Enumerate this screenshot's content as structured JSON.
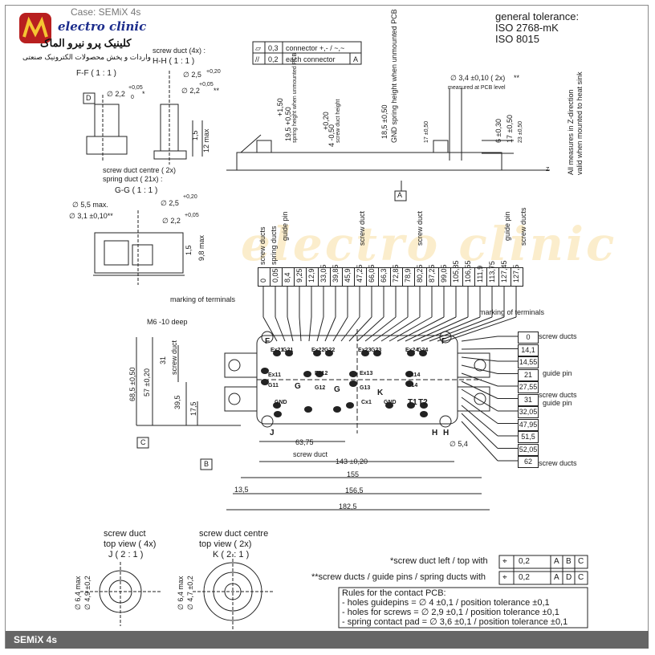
{
  "logo": {
    "brand_en": "electro clinic",
    "brand_fa": "کلینیک پرو نیرو الماک",
    "tagline_fa": "واردات و پخش محصولات الکترونیک صنعتی"
  },
  "header_partial": "Case: SEMiX 4s",
  "tolerance": {
    "line1": "general tolerance:",
    "line2": "ISO 2768-mK",
    "line3": "ISO 8015"
  },
  "tolerance_frame": {
    "row1": {
      "symbol": "▱",
      "value": "0,3",
      "text": "connector +,- / ~,~"
    },
    "row2": {
      "symbol": "//",
      "value": "0,2",
      "text": "each connector",
      "ref": "A"
    }
  },
  "detail_views": {
    "ff": {
      "title": "F-F   ( 1 : 1 )",
      "ref": "D",
      "dia": "∅ 2,2",
      "tol": "+0,05",
      "tol0": "0",
      "mark": "*"
    },
    "hh": {
      "title": "screw duct (4x)  :",
      "title2": "H-H   ( 1 : 1 )",
      "dia1": "∅ 2,5",
      "tol1": "+0,20",
      "dia2": "∅ 2,2",
      "tol2": "+0,05",
      "mark": "**",
      "h1": "1,5",
      "h2": "12 max"
    },
    "gg": {
      "title1": "screw duct centre ( 2x)",
      "title2": "spring duct  ( 21x)  :",
      "title3": "G-G   ( 1 : 1 )",
      "dia1": "∅ 5,5 max.",
      "dia2": "∅ 3,1 ±0,10**",
      "dia3": "∅ 2,5",
      "tol3": "+0,20",
      "dia4": "∅ 2,2",
      "tol4": "+0,05",
      "h1": "1,5",
      "h2": "9,8 max"
    }
  },
  "side_view": {
    "dims": [
      "+1,50",
      "19,5 +0,50",
      "spring height when unmounted PCB",
      "+0,20",
      "4 -0,50",
      "screw duct height",
      "18,5 ±0,50",
      "GND spring height when unmounted PCB",
      "17 ±0,50",
      "6 ±0,30",
      "17 ±0,50",
      "23 ±0,50"
    ],
    "dia": "∅ 3,4 ±0,10  ( 2x)",
    "dia_mark": "**",
    "dia_note": "measured at PCB level",
    "ref": "A",
    "z": "Z",
    "note1": "All measures in Z-direction",
    "note2": "valid when mounted to heat sink"
  },
  "top_columns": {
    "values": [
      "0",
      "0,05",
      "8,4",
      "9,25",
      "12,9",
      "33,05",
      "39,85",
      "45,9",
      "47,25",
      "66,05",
      "66,3",
      "72,85",
      "78,9",
      "80,25",
      "87,25",
      "99,05",
      "105,85",
      "106,55",
      "111,9",
      "113,75",
      "127,45",
      "127,5"
    ],
    "labels": [
      "screw ducts",
      "spring ducts",
      "guide pin",
      "screw duct",
      "screw duct",
      "guide pin",
      "screw ducts"
    ]
  },
  "right_rows": {
    "values": [
      "0",
      "14,1",
      "14,55",
      "21",
      "27,55",
      "31",
      "32,05",
      "47,95",
      "51,5",
      "52,05",
      "62"
    ],
    "labels": [
      "screw ducts",
      "guide pin",
      "screw ducts",
      "guide pin",
      "screw ducts"
    ]
  },
  "plan_view": {
    "marking_left": "marking of terminals",
    "marking_right": "marking of terminals",
    "m6": "M6 -10 deep",
    "terminals": [
      "Ex21",
      "G21",
      "Ex22",
      "G22",
      "Ex23",
      "G23",
      "Ex24",
      "G24",
      "Ex11",
      "G11",
      "Ex12",
      "G12",
      "Ex13",
      "G13",
      "Ex14",
      "G14",
      "GND",
      "Cx1",
      "GND",
      "T1",
      "T2",
      "G",
      "G",
      "K",
      "J",
      "H",
      "H",
      "F",
      "F"
    ],
    "vert_dims": [
      "68,5 ±0,50",
      "57 ±0,20",
      "31",
      "screw duct",
      "39,5",
      "17,5"
    ],
    "ref_c": "C",
    "ref_b": "B",
    "horiz_dims": [
      "63,75",
      "screw duct",
      "143 ±0,20",
      "155",
      "156,5",
      "182,5",
      "13,5"
    ],
    "dia54": "∅ 5,4"
  },
  "bottom_views": {
    "j": {
      "title1": "screw duct",
      "title2": "top view  ( 4x)",
      "title3": "J   ( 2 : 1 )",
      "d1": "∅ 6,4 max",
      "d2": "∅ 4,9 ±0,2"
    },
    "k": {
      "title1": "screw duct centre",
      "title2": "top view  ( 2x)",
      "title3": "K   ( 2 : 1 )",
      "d1": "∅ 6,4 max",
      "d2": "∅ 4,7 ±0,2"
    }
  },
  "position_tolerance": {
    "row1": {
      "label": "*screw duct left / top with",
      "value": "0,2",
      "refs": [
        "A",
        "B",
        "C"
      ]
    },
    "row2": {
      "label": "**screw ducts / guide pins / spring ducts with",
      "value": "0,2",
      "refs": [
        "A",
        "D",
        "C"
      ]
    }
  },
  "pcb_rules": {
    "title": "Rules for the contact PCB:",
    "lines": [
      "- holes guidepins   = ∅ 4 ±0,1 / position tolerance ±0,1",
      "- holes for screws = ∅ 2,9 ±0,1 / position tolerance ±0,1",
      "- spring contact pad  = ∅ 3,6 ±0,1 / position tolerance ±0,1"
    ]
  },
  "watermark": "electro clinic",
  "footer": "SEMiX 4s"
}
